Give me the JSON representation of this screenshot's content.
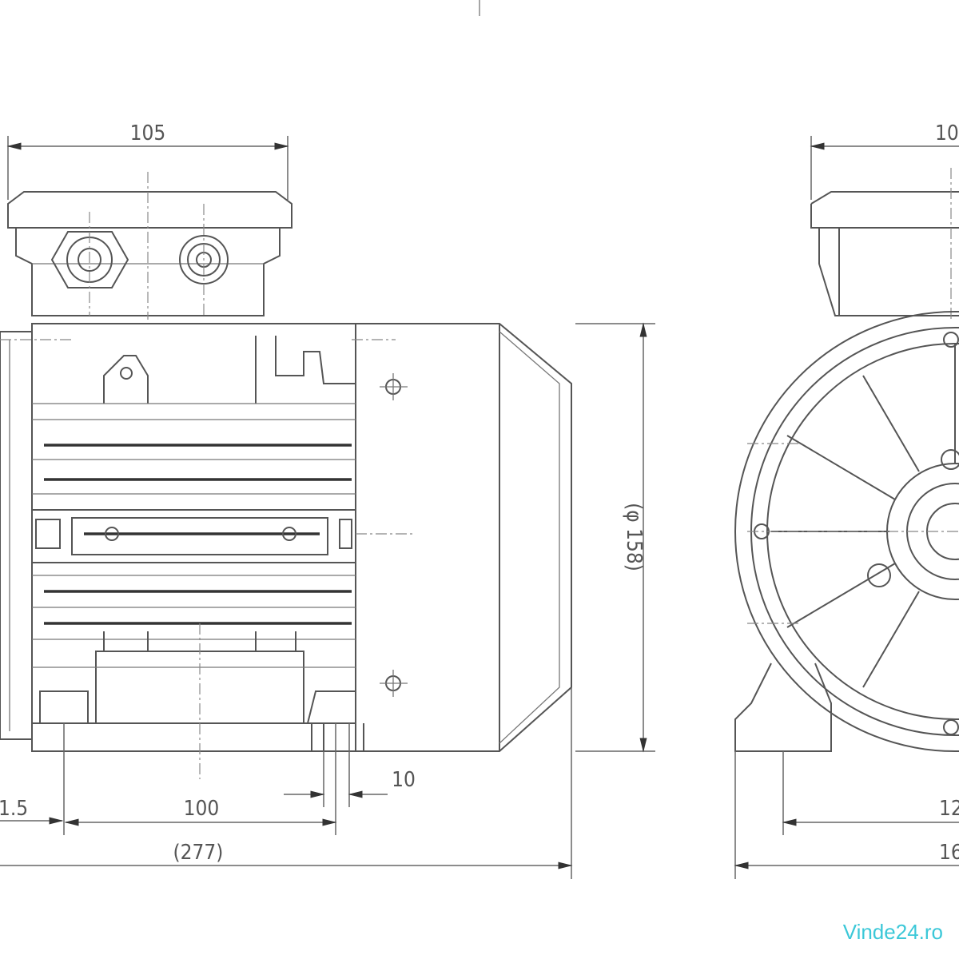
{
  "drawing": {
    "dimensions": {
      "terminal_box_width_side": "105",
      "terminal_box_width_front": "10",
      "diameter": "(φ 158)",
      "left_offset": "1.5",
      "foot_spacing": "100",
      "foot_slot": "10",
      "overall_length": "(277)",
      "front_foot_spacing": "12",
      "front_overall_width": "16"
    }
  },
  "watermark": {
    "text": "Vinde24.ro",
    "color": "#3cc8d8"
  }
}
